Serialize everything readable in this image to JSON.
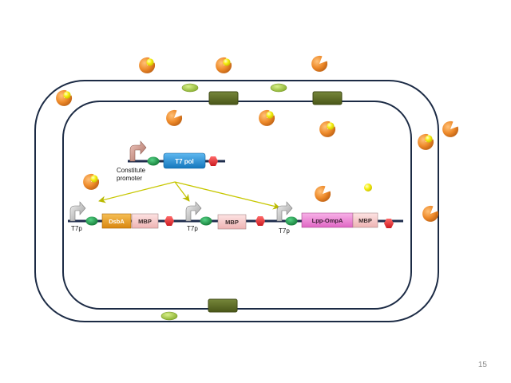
{
  "slide": {
    "number": "15"
  },
  "labels": {
    "t7_pol": "T7 pol",
    "constitute_promoter_line1": "Constitute",
    "constitute_promoter_line2": "promoter",
    "t7p_1": "T7p",
    "t7p_2": "T7p",
    "t7p_3": "T7p",
    "dsba": "DsbA",
    "mbp_1": "MBP",
    "mbp_2": "MBP",
    "mbp_3": "MBP",
    "lpp_ompa": "Lpp-OmpA"
  },
  "colors": {
    "membrane": "#1c2b45",
    "dna": "#1f2d4d",
    "pore": "#5c6b24",
    "pore_dark": "#3f4a16",
    "ellipse": "#a6c846",
    "pacman": "#e07b22",
    "yellow_ball": "#f4ec0a",
    "rbs": "#1f9c4a",
    "terminator": "#e8262e",
    "t7pol_box": "#1f8fd6",
    "dsba_box": "#e99c1c",
    "mbp_box": "#f7caca",
    "lppompa_box": "#ee86d4",
    "arrow": "#c7c700",
    "promoter_constitutive": "#c9958a",
    "promoter_t7": "#c8c8c8"
  },
  "icons": {
    "promoter": "bent-arrow-icon",
    "rbs": "green-oval-icon",
    "terminator": "red-hexagon-icon",
    "enzyme": "pacman-icon",
    "substrate": "yellow-ball-icon",
    "porin": "membrane-pore-icon",
    "vesicle": "green-ellipse-icon"
  }
}
